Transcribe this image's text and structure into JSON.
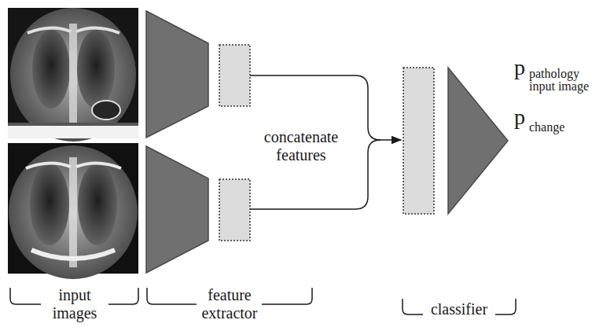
{
  "diagram": {
    "labels": [
      "p",
      "pathology input image",
      "p",
      "change",
      "concatenate features",
      "input images",
      "feature extractor",
      "classifier"
    ]
  }
}
